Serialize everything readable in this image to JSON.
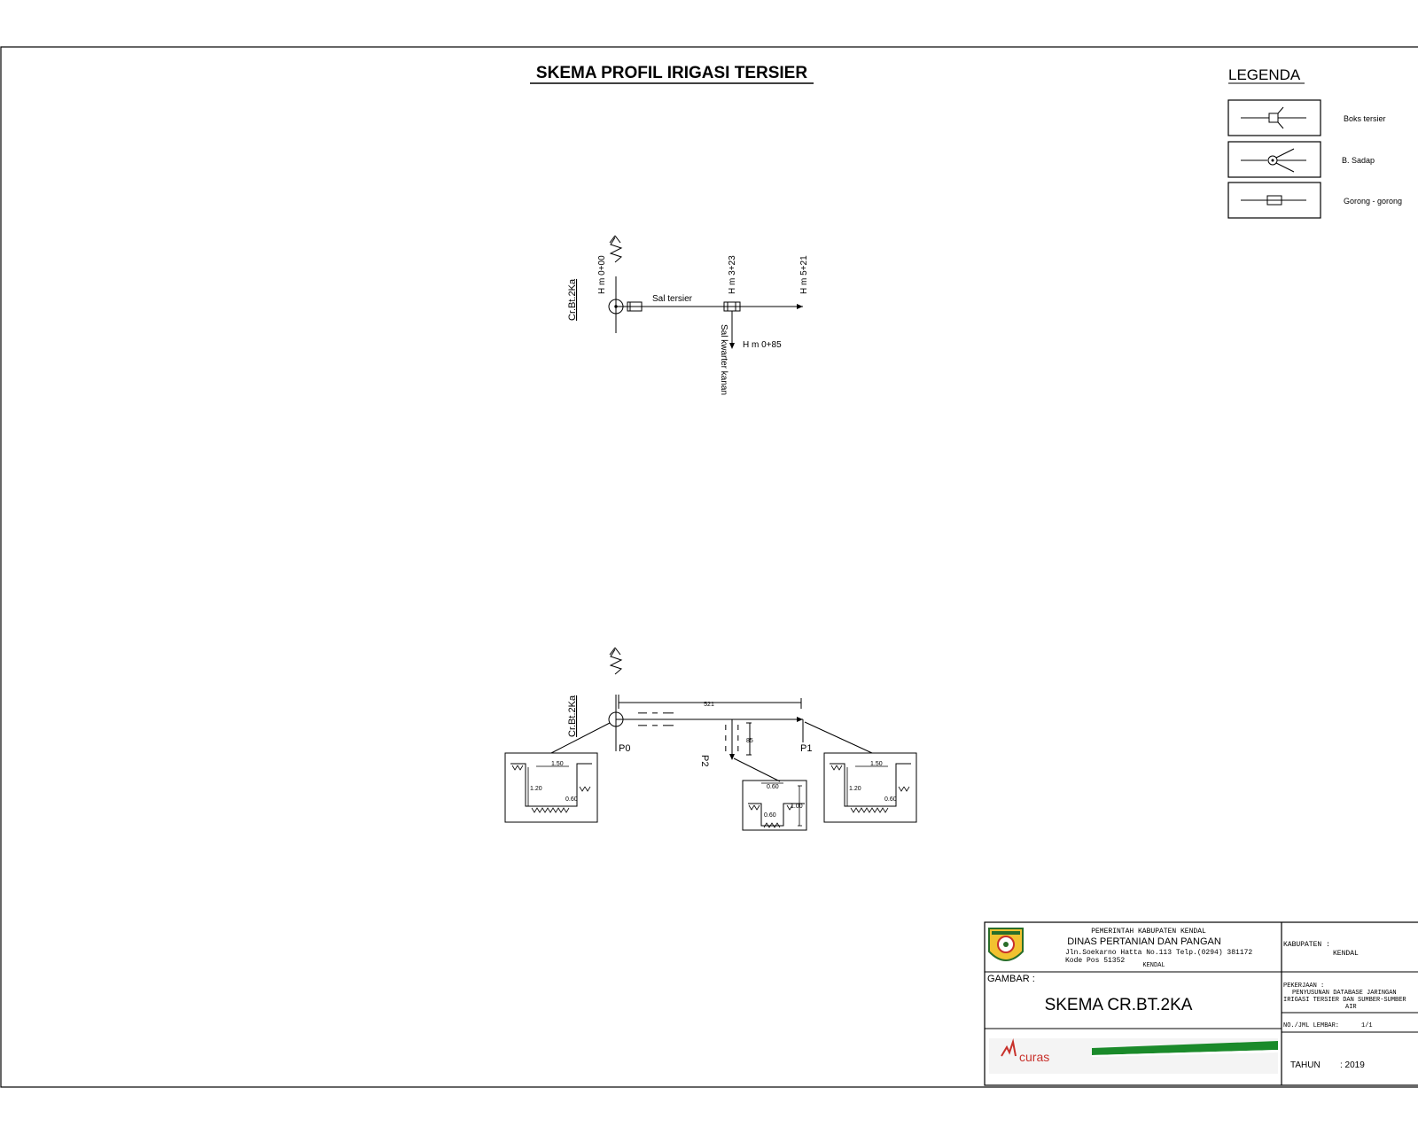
{
  "title": "SKEMA PROFIL IRIGASI TERSIER",
  "legend": {
    "heading": "LEGENDA",
    "items": [
      {
        "label": "Boks tersier",
        "symbol": "box-tersier-icon"
      },
      {
        "label": "B. Sadap",
        "symbol": "bangunan-sadap-icon"
      },
      {
        "label": "Gorong - gorong",
        "symbol": "gorong-gorong-icon"
      }
    ]
  },
  "schema": {
    "source": "Cr.Bt.2Ka",
    "channel_label": "Sal tersier",
    "stations": [
      "H m 0+00",
      "H m 3+23",
      "H m 5+21"
    ],
    "branch_label": "Sal kwarter kanan",
    "branch_station": "H m 0+85"
  },
  "profile": {
    "source": "Cr.Bt.2Ka",
    "length_label": "521",
    "branch_length": "85",
    "points": [
      "P0",
      "P1",
      "P2"
    ],
    "sections": [
      {
        "top": "1.50",
        "depth": "1.20",
        "bottom": "0.60"
      },
      {
        "top": "0.60",
        "depth": "1.00",
        "bottom": "0.60"
      },
      {
        "top": "1.50",
        "depth": "1.20",
        "bottom": "0.60"
      }
    ]
  },
  "title_block": {
    "gov": "PEMERINTAH KABUPATEN KENDAL",
    "dept": "DINAS PERTANIAN DAN PANGAN",
    "address": "Jln.Soekarno Hatta No.113 Telp.(0294) 381172",
    "postcode": "Kode Pos 51352",
    "city": "KENDAL",
    "kabupaten_label": "KABUPATEN :",
    "kabupaten_value": "KENDAL",
    "gambar_label": "GAMBAR :",
    "gambar_value": "SKEMA CR.BT.2KA",
    "pekerjaan_label": "PEKERJAAN :",
    "pekerjaan_line1": "PENYUSUNAN DATABASE JARINGAN",
    "pekerjaan_line2": "IRIGASI TERSIER DAN SUMBER-SUMBER",
    "pekerjaan_line3": "AIR",
    "lembar_label": "NO./JML LEMBAR:",
    "lembar_value": "1/1",
    "tahun_label": "TAHUN",
    "tahun_value": ": 2019",
    "consultant": "curas",
    "brand_green": "#1a8a2a",
    "brand_red": "#c8312b"
  }
}
